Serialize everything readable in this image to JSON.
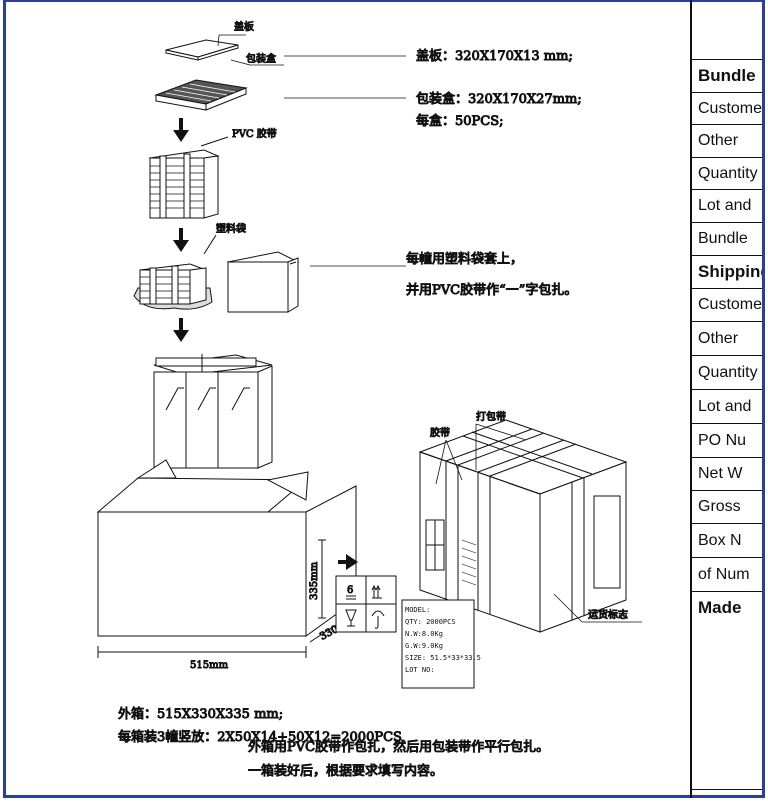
{
  "diagram": {
    "labels": {
      "cover": "盖板",
      "box": "包装盒",
      "cover_size": "盖板：320X170X13 mm;",
      "box_size": "包装盒：320X170X27mm;",
      "per_box": "每盒：50PCS;",
      "pvc_tape": "PVC 胶带",
      "plastic_bag": "塑料袋",
      "bag_note_1": "每幢用塑料袋套上，",
      "bag_note_2": "并用PVC胶带作“一”字包扎。",
      "strap": "打包带",
      "tape": "胶带",
      "shipping_mark": "运货标志",
      "dim_height": "335mm",
      "dim_width": "515mm",
      "dim_depth": "330mm",
      "carton_size": "外箱：515X330X335 mm;",
      "carton_qty": "每箱装3幢竖放：2X50X14+50X12=2000PCS",
      "final_note_1": "外箱用PVC胶带作包扎，然后用包装带作平行包扎。",
      "final_note_2": "一箱装好后，根据要求填写内容。",
      "handling_stack": "6",
      "label_lines": [
        "MODEL:",
        "QTY: 2000PCS",
        "N.W:8.0Kg",
        "G.W:9.0Kg",
        "SIZE: 51.5*33*33.5",
        "LOT NO:"
      ]
    }
  },
  "table": {
    "rows": [
      {
        "text": "",
        "bold": false
      },
      {
        "text": "Bundle",
        "bold": true
      },
      {
        "text": "Customer",
        "bold": false
      },
      {
        "text": "Other",
        "bold": false
      },
      {
        "text": "Quantity",
        "bold": false
      },
      {
        "text": "Lot and",
        "bold": false
      },
      {
        "text": "Bundle",
        "bold": false
      },
      {
        "text": "Shipping",
        "bold": true
      },
      {
        "text": "Customer",
        "bold": false
      },
      {
        "text": "Other",
        "bold": false
      },
      {
        "text": "Quantity",
        "bold": false
      },
      {
        "text": "Lot and",
        "bold": false
      },
      {
        "text": "PO Nu",
        "bold": false
      },
      {
        "text": "Net W",
        "bold": false
      },
      {
        "text": "Gross",
        "bold": false
      },
      {
        "text": "Box N",
        "bold": false
      },
      {
        "text": "of Num",
        "bold": false
      },
      {
        "text": "Made",
        "bold": true
      }
    ]
  }
}
